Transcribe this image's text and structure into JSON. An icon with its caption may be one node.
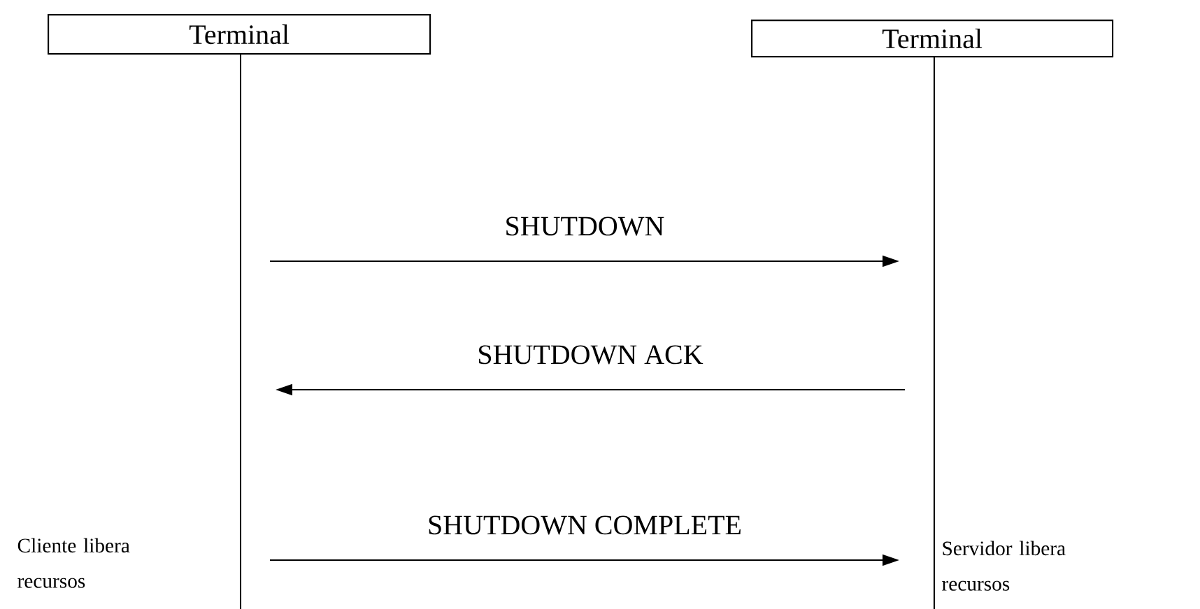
{
  "diagram": {
    "nodes": [
      {
        "text": [
          "Terminal"
        ]
      },
      {
        "text": [
          "Terminal"
        ]
      }
    ],
    "edges": [
      {
        "from": 0,
        "to": 1,
        "arrow": "to",
        "label": "SHUTDOWN"
      },
      {
        "from": 1,
        "to": 0,
        "arrow": "to",
        "label": "SHUTDOWN ACK"
      },
      {
        "from": 0,
        "to": 1,
        "arrow": "to",
        "label": "SHUTDOWN COMPLETE"
      }
    ],
    "labels": [
      "Cliente libera recursos",
      "Servidor libera recursos"
    ]
  }
}
